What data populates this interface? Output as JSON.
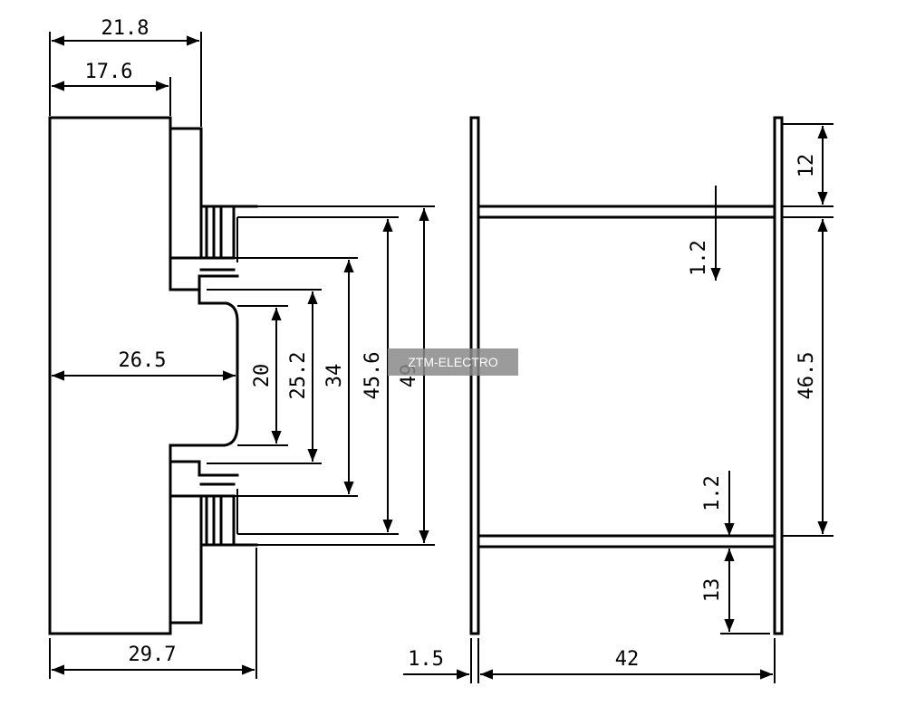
{
  "left_view": {
    "dims": {
      "width_outer": "21.8",
      "width_inner": "17.6",
      "width_bottom": "29.7",
      "center_width": "26.5",
      "h_20": "20",
      "h_25_2": "25.2",
      "h_34": "34",
      "h_45_6": "45.6",
      "h_49": "49"
    }
  },
  "right_view": {
    "dims": {
      "top_flange": "12",
      "wall_top": "1.2",
      "wall_bottom": "1.2",
      "window_height": "46.5",
      "bottom_flange": "13",
      "flange_thickness": "1.5",
      "window_width": "42"
    }
  },
  "watermark": "ZTM-ELECTRO"
}
